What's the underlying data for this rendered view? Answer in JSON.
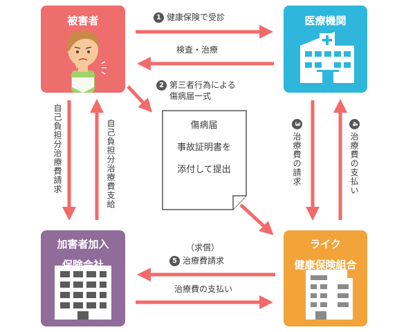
{
  "nodes": {
    "victim": {
      "title": "被害者"
    },
    "medical": {
      "title": "医療機関"
    },
    "insurer": {
      "title_line1": "加害者加入",
      "title_line2": "保険会社"
    },
    "union": {
      "title_line1": "ライク",
      "title_line2": "健康保険組合"
    }
  },
  "steps": {
    "s1": {
      "num": "1",
      "label": "健康保険で受診"
    },
    "exam": {
      "label": "検査・治療"
    },
    "s2": {
      "num": "2",
      "label_line1": "第三者行為による",
      "label_line2": "傷病届一式"
    },
    "s3": {
      "num": "3",
      "label": "治療費の請求"
    },
    "s4": {
      "num": "4",
      "label": "治療費の支払い"
    },
    "s5": {
      "num": "5",
      "label": "治療費請求",
      "prefix": "（求償）"
    },
    "union_pay": {
      "label": "治療費の支払い"
    },
    "self_claim": {
      "label": "自己負担分治療費請求"
    },
    "self_pay": {
      "label": "自己負担分治療費支給"
    }
  },
  "document": {
    "line1": "傷病届",
    "line2": "事故証明書を",
    "line3": "添付して提出"
  },
  "colors": {
    "arrow": "#f36a6a",
    "victim": "#ee6e6e",
    "medical": "#2fb6dc",
    "insurer": "#8f6c99",
    "union": "#f2a43b"
  }
}
